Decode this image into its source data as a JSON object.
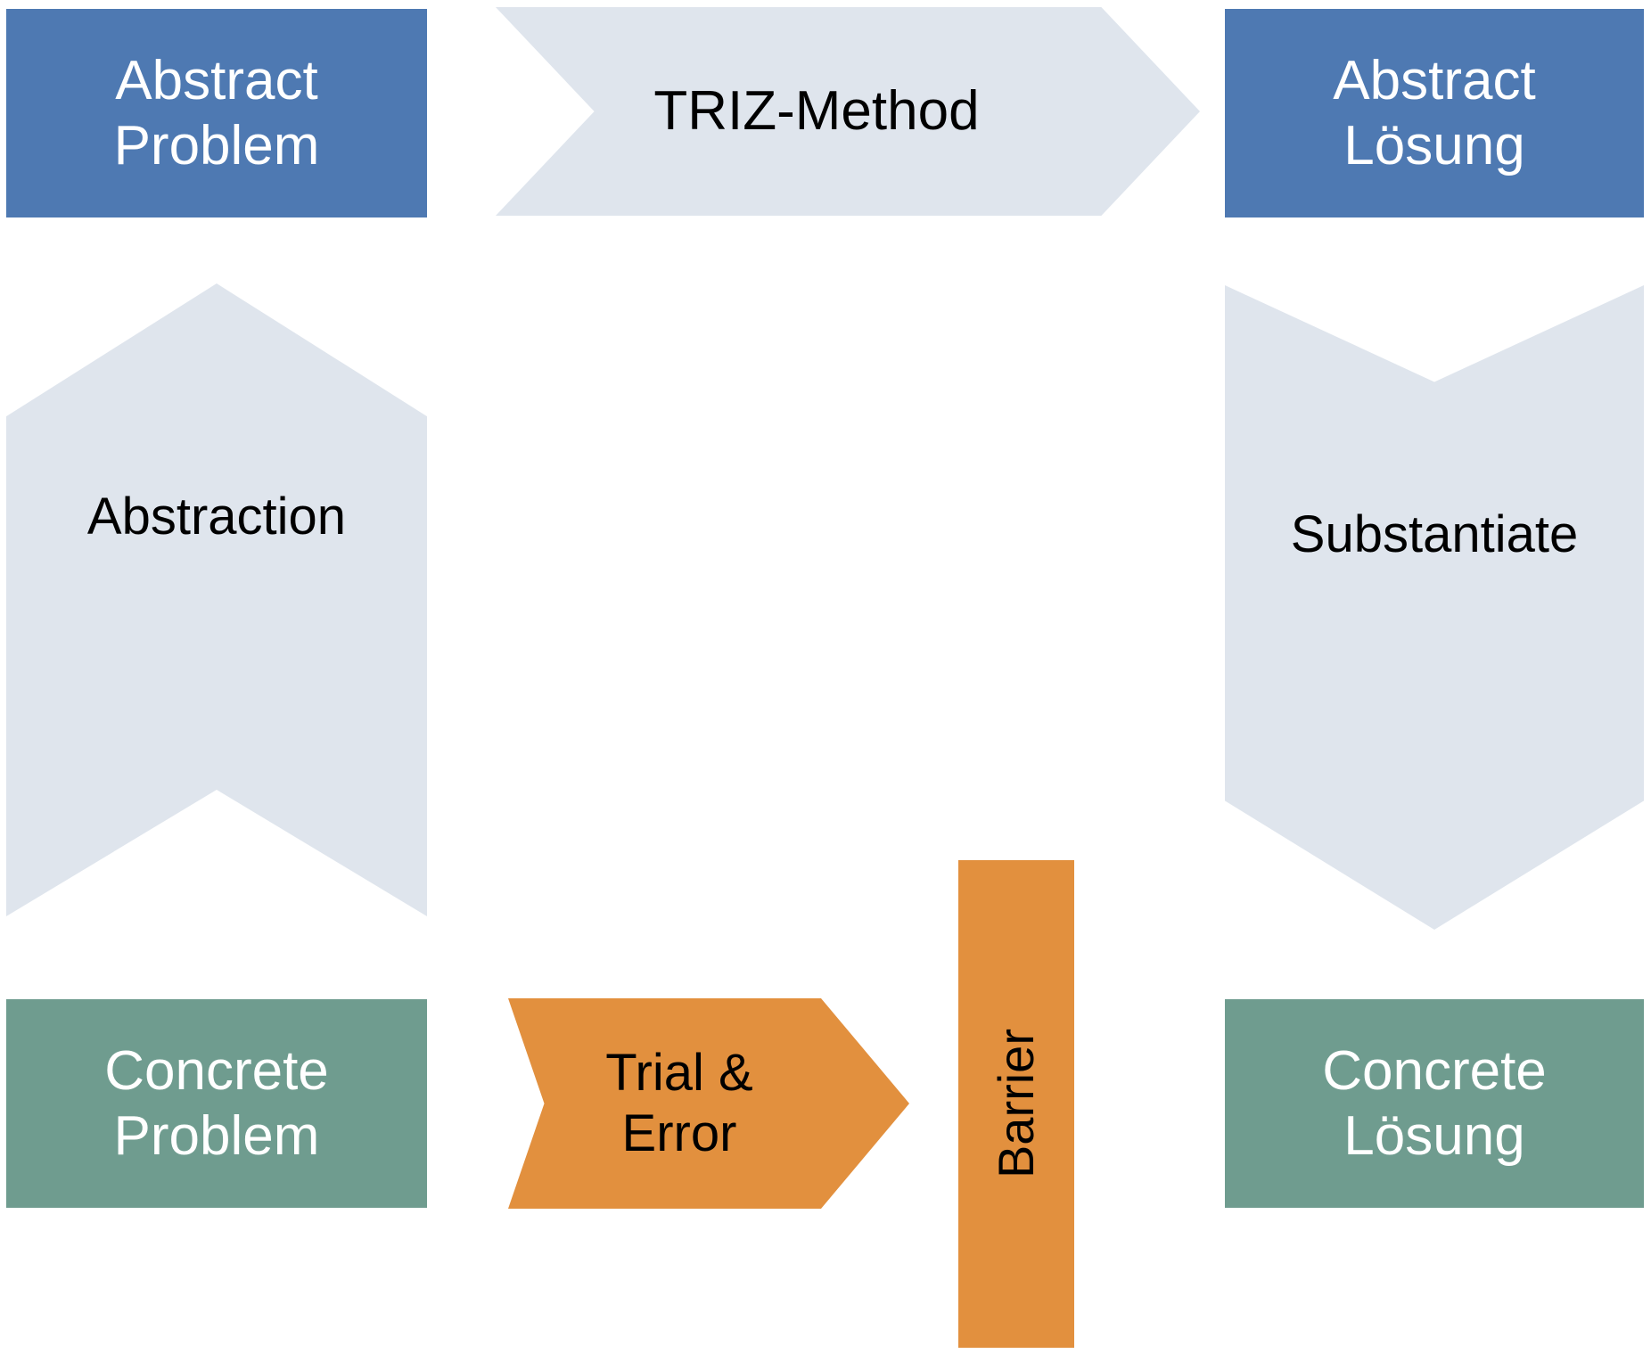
{
  "diagram": {
    "title": "TRIZ problem solving schema",
    "palette": {
      "blue": "#4E79B2",
      "green": "#6F9C8F",
      "light_blue_grey": "#DFE5ED",
      "orange": "#E2903E",
      "text_light": "#FFFFFF",
      "text_dark": "#000000",
      "background": "#FFFFFF"
    },
    "nodes": {
      "abstract_problem": "Abstract\nProblem",
      "abstract_solution": "Abstract\nLösung",
      "concrete_problem": "Concrete\nProblem",
      "concrete_solution": "Concrete\nLösung",
      "triz_method": "TRIZ-Method",
      "abstraction": "Abstraction",
      "substantiate": "Substantiate",
      "trial_error": "Trial &\nError",
      "barrier": "Barrier"
    }
  }
}
